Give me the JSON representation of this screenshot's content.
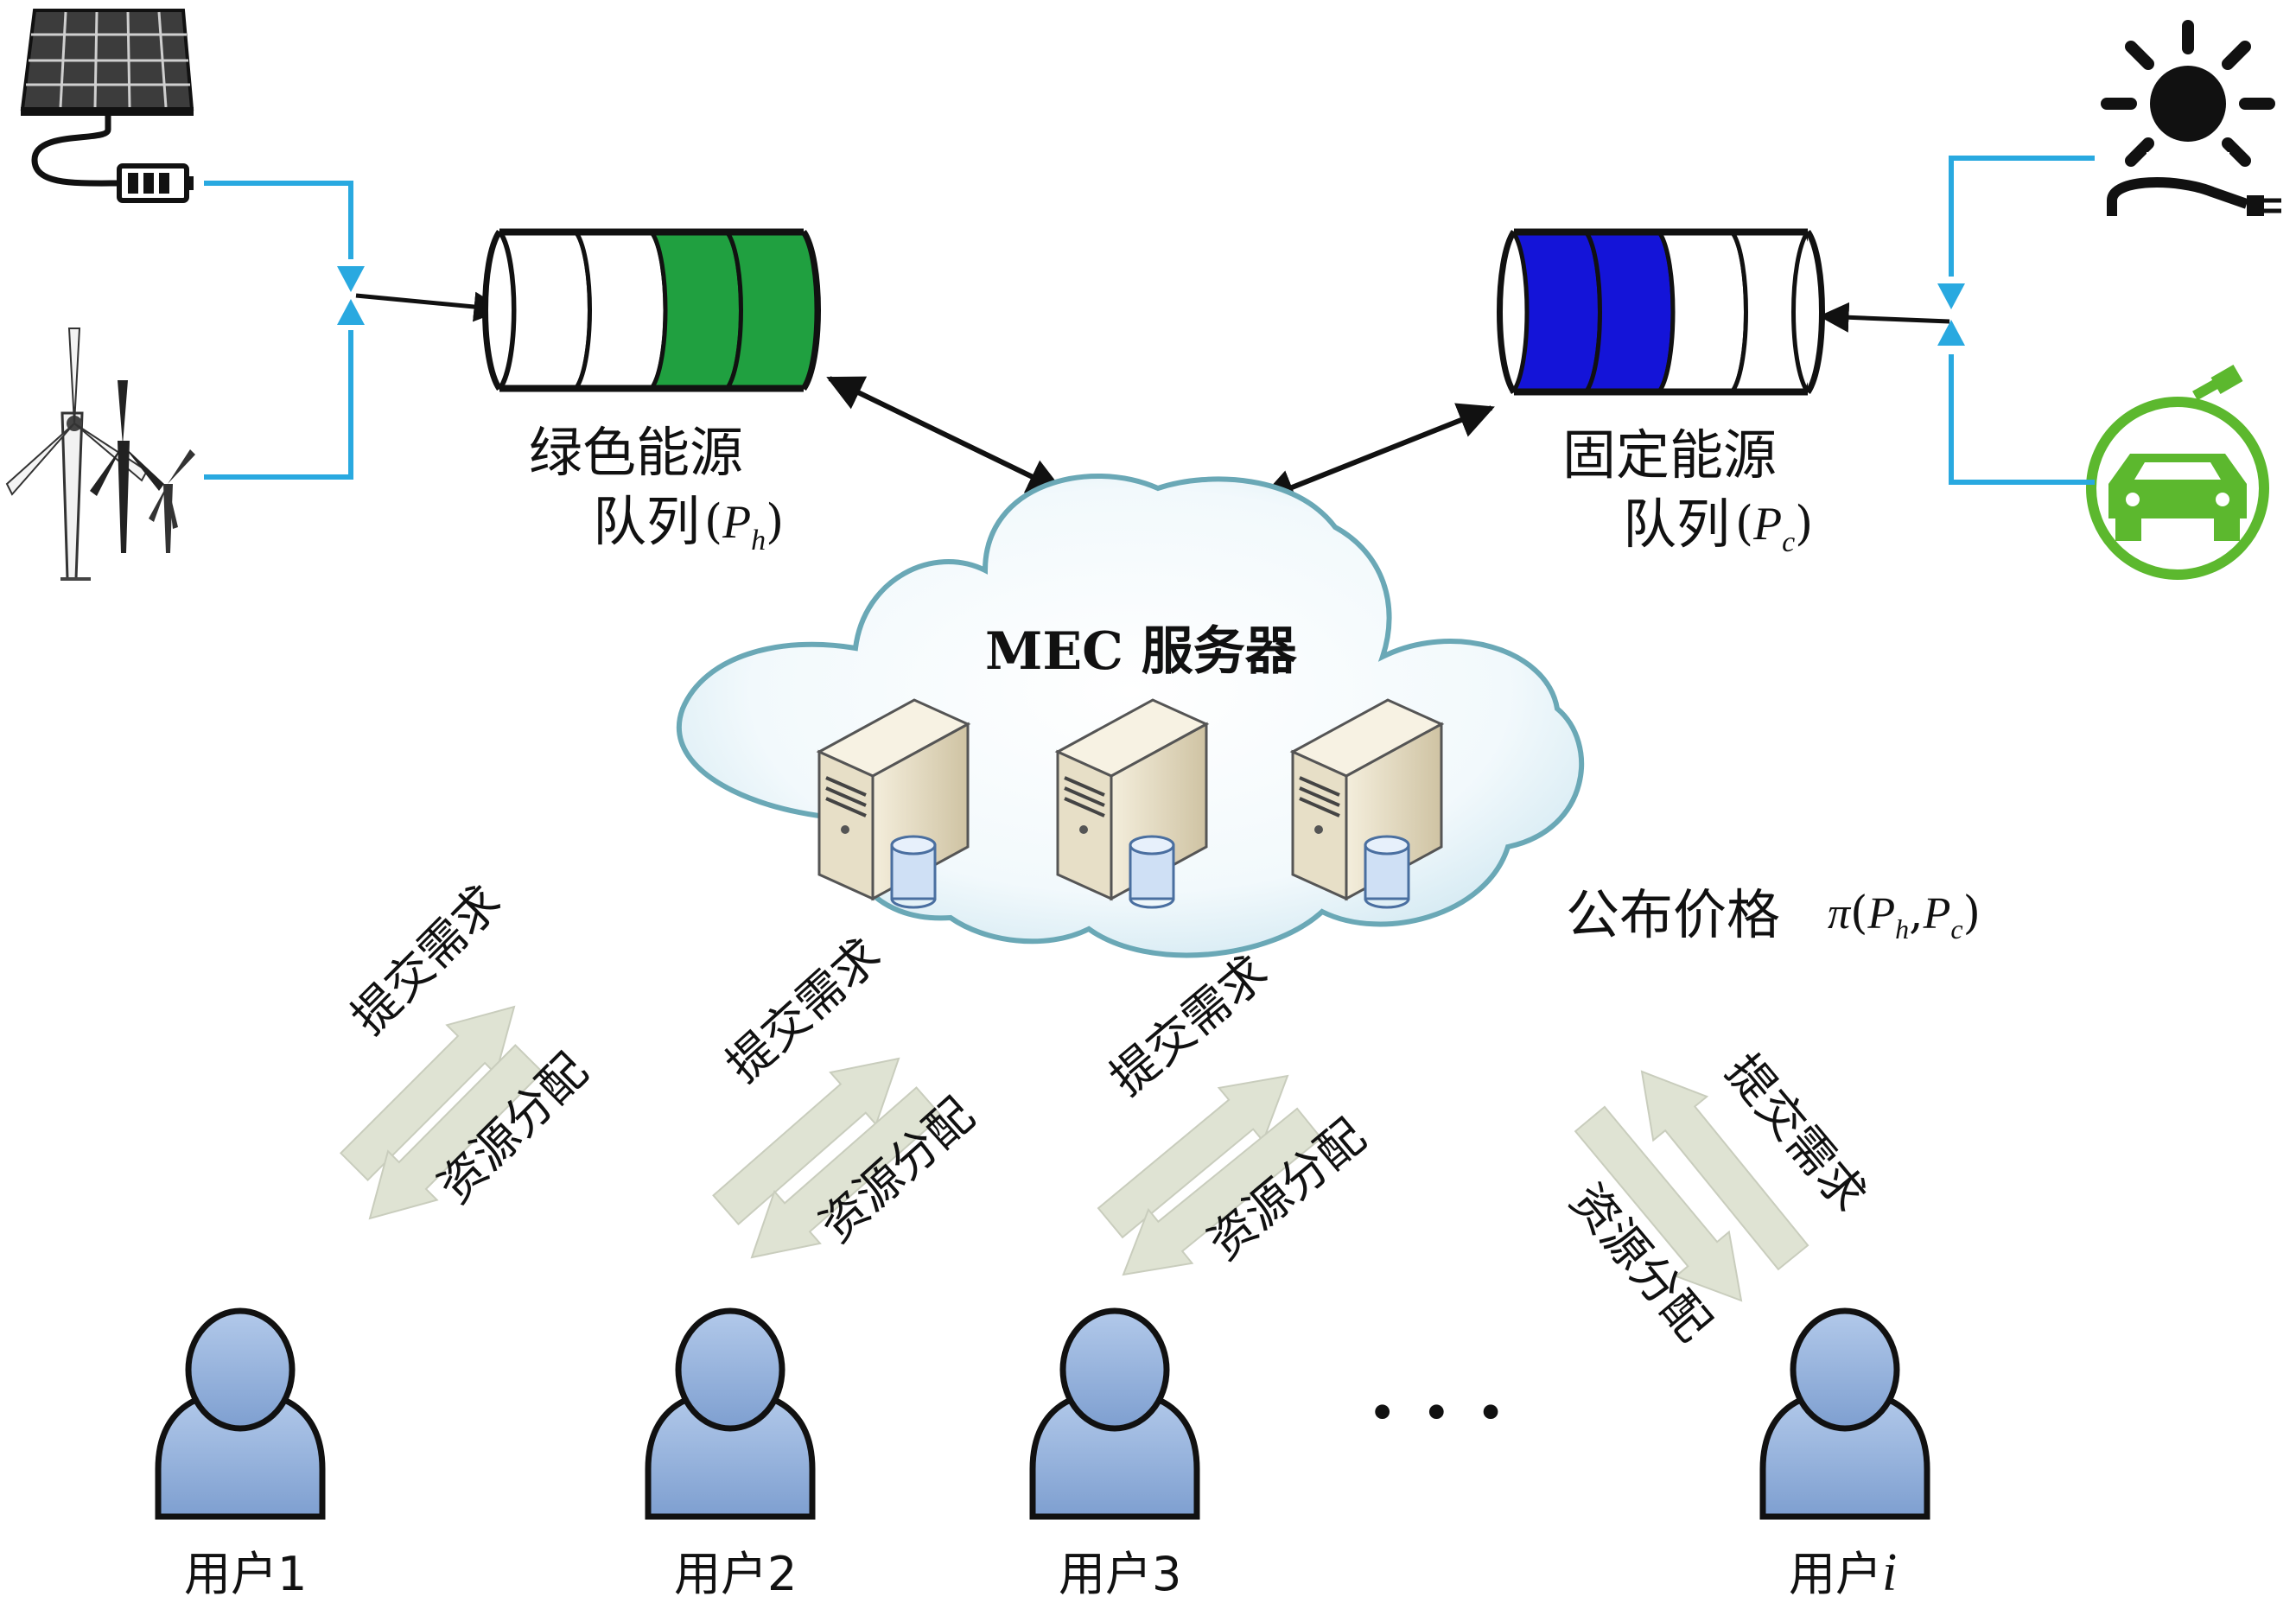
{
  "green_queue": {
    "label_line1": "绿色能源",
    "label_line2": "队列",
    "symbol_var": "P",
    "symbol_sub": "h",
    "fill_color": "#20a040",
    "filled_segments": 2,
    "total_segments": 4
  },
  "fixed_queue": {
    "label_line1": "固定能源",
    "label_line2": "队列",
    "symbol_var": "P",
    "symbol_sub": "c",
    "fill_color": "#1414d8",
    "filled_segments": 2,
    "total_segments": 4
  },
  "server": {
    "label": "MEC 服务器",
    "icons": [
      "server-tower-icon",
      "server-tower-icon",
      "server-tower-icon"
    ]
  },
  "price": {
    "label": "公布价格",
    "func": "π",
    "var1": "P",
    "sub1": "h",
    "var2": "P",
    "sub2": "c"
  },
  "exchange": {
    "submit_label": "提交需求",
    "allocate_label": "资源分配"
  },
  "users": [
    {
      "label": "用户1"
    },
    {
      "label": "用户2"
    },
    {
      "label": "用户3"
    },
    {
      "label": "用户",
      "index_var": "i"
    }
  ],
  "ellipsis": "· · ·",
  "energy_sources": {
    "left": [
      "solar-panel-icon",
      "wind-turbine-icon"
    ],
    "right": [
      "sun-power-plug-icon",
      "electric-car-icon"
    ]
  },
  "colors": {
    "connector": "#29a9e0",
    "cloud_outline": "#6aa8b6",
    "user_fill": "#8eaed8",
    "exchange_arrow": "#dfe3d3"
  }
}
